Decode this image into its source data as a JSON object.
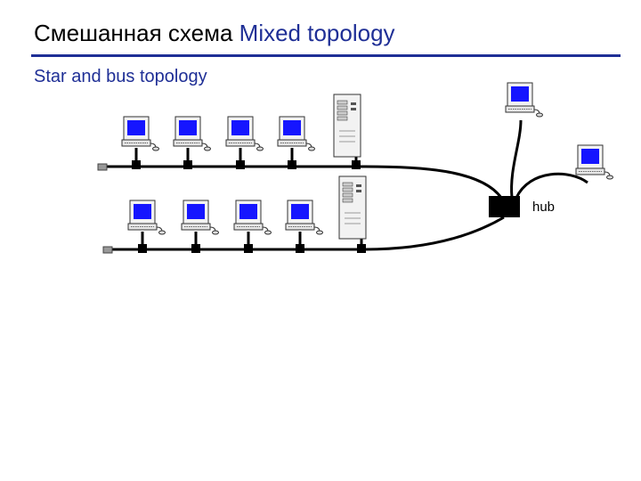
{
  "header": {
    "title_ru": "Смешанная схема",
    "title_en": "Mixed topology",
    "subtitle": "Star and bus topology"
  },
  "diagram": {
    "hub_label": "hub",
    "colors": {
      "title_accent": "#1f2f96",
      "screen": "#1515ff",
      "cable": "#000000",
      "device": "#f2f2f2"
    }
  }
}
